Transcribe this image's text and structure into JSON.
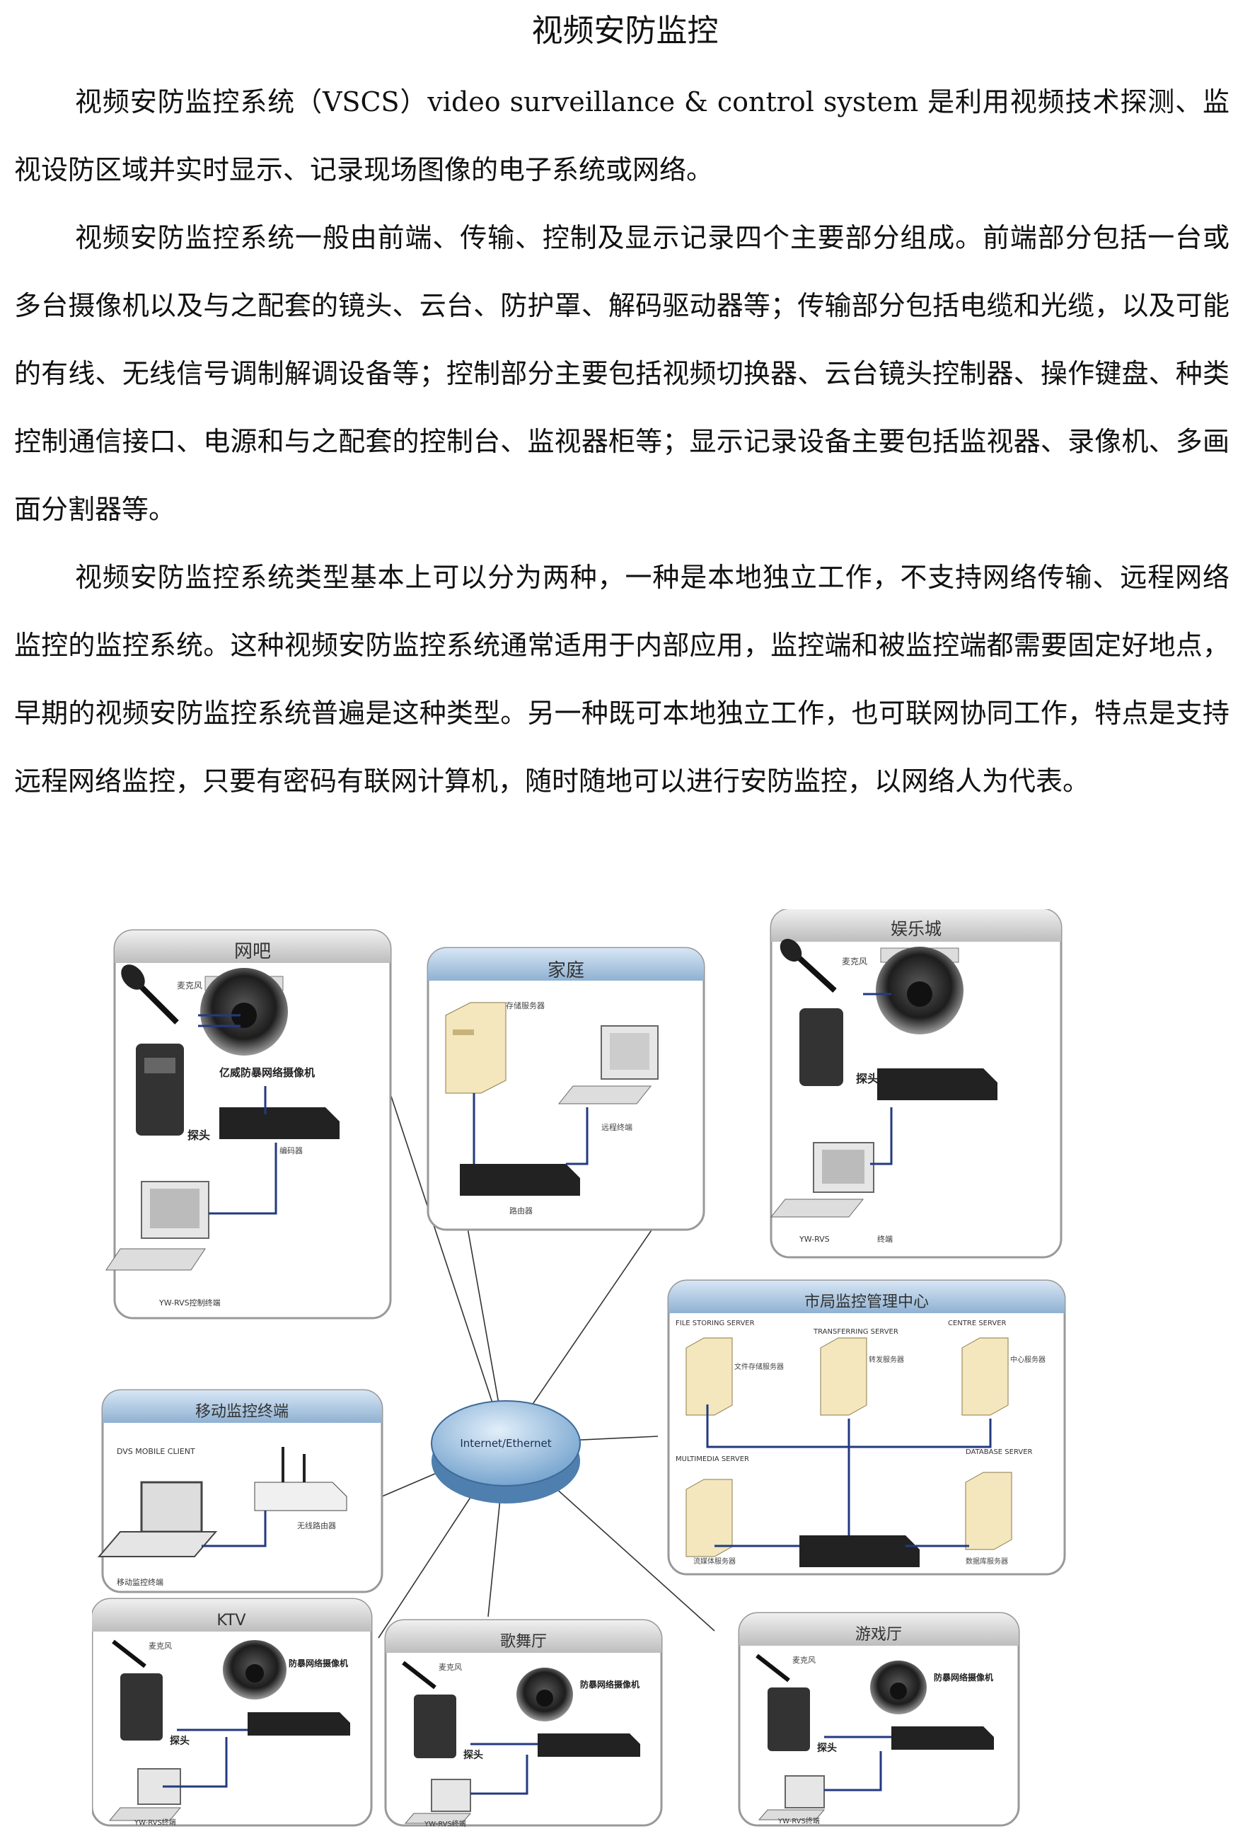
{
  "document": {
    "title": "视频安防监控",
    "paragraphs": [
      "视频安防监控系统（VSCS）video surveillance & control system 是利用视频技术探测、监视设防区域并实时显示、记录现场图像的电子系统或网络。",
      "视频安防监控系统一般由前端、传输、控制及显示记录四个主要部分组成。前端部分包括一台或多台摄像机以及与之配套的镜头、云台、防护罩、解码驱动器等；传输部分包括电缆和光缆，以及可能的有线、无线信号调制解调设备等；控制部分主要包括视频切换器、云台镜头控制器、操作键盘、种类控制通信接口、电源和与之配套的控制台、监视器柜等；显示记录设备主要包括监视器、录像机、多画面分割器等。",
      "视频安防监控系统类型基本上可以分为两种，一种是本地独立工作，不支持网络传输、远程网络监控的监控系统。这种视频安防监控系统通常适用于内部应用，监控端和被监控端都需要固定好地点，早期的视频安防监控系统普遍是这种类型。另一种既可本地独立工作，也可联网协同工作，特点是支持远程网络监控，只要有密码有联网计算机，随时随地可以进行安防监控，以网络人为代表。"
    ]
  },
  "diagram": {
    "center": "Internet/Ethernet",
    "groups": {
      "netbar": {
        "title": "网吧",
        "camera": "亿威防暴网络摄像机",
        "probe": "探头",
        "mic": "麦克风",
        "encoder": "编码器",
        "client": "YW-RVS控制终端"
      },
      "home": {
        "title": "家庭",
        "storage": "存储服务器",
        "client": "远程终端",
        "router": "路由器"
      },
      "club": {
        "title": "娱乐城",
        "mic": "麦克风",
        "probe": "探头",
        "client": "YW-RVS",
        "monitor": "终端"
      },
      "center": {
        "title": "市局监控管理中心",
        "file": "FILE STORING SERVER",
        "file_cn": "文件存储服务器",
        "transfer": "TRANSFERRING SERVER",
        "transfer_cn": "转发服务器",
        "centre": "CENTRE SERVER",
        "centre_cn": "中心服务器",
        "mm": "MULTIMEDIA SERVER",
        "mm_cn": "流媒体服务器",
        "db": "DATABASE SERVER",
        "db_cn": "数据库服务器"
      },
      "mobile": {
        "title": "移动监控终端",
        "client": "DVS MOBILE CLIENT",
        "wireless": "无线路由器",
        "terminal": "移动监控终端"
      },
      "ktv": {
        "title": "KTV",
        "camera": "防暴网络摄像机",
        "probe": "探头",
        "mic": "麦克风",
        "client": "YW-RVS终端"
      },
      "dance": {
        "title": "歌舞厅",
        "camera": "防暴网络摄像机",
        "probe": "探头",
        "mic": "麦克风",
        "client": "YW-RVS终端"
      },
      "game": {
        "title": "游戏厅",
        "camera": "防暴网络摄像机",
        "probe": "探头",
        "mic": "麦克风",
        "client": "YW-RVS终端"
      }
    }
  }
}
